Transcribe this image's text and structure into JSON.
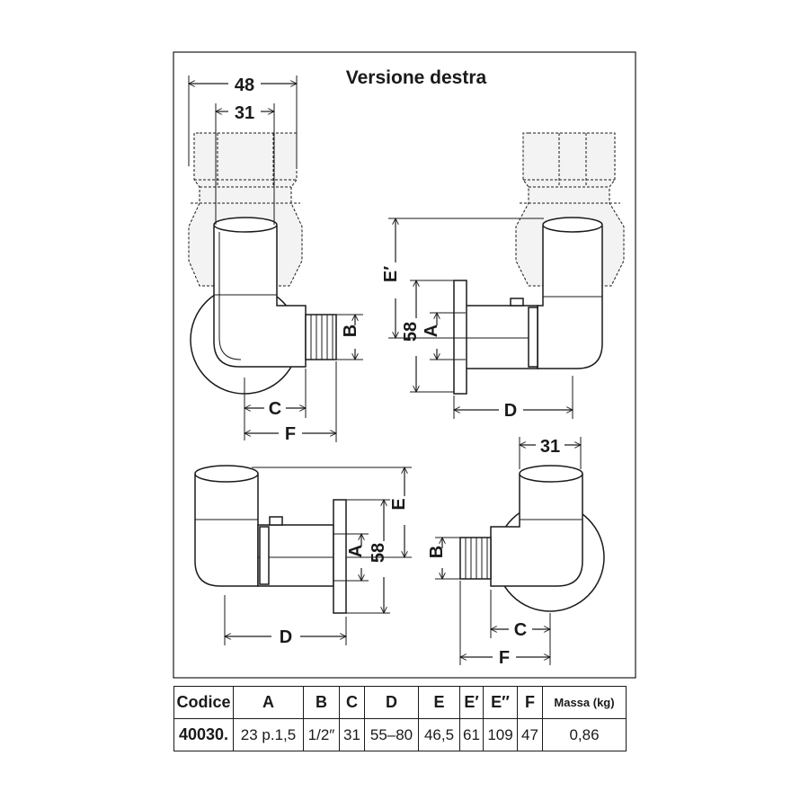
{
  "title": "Versione destra",
  "views": {
    "top_left": {
      "dims": [
        "48",
        "31",
        "B",
        "C",
        "F"
      ]
    },
    "top_right": {
      "dims": [
        "E′",
        "58",
        "A",
        "D"
      ]
    },
    "bottom_left": {
      "dims": [
        "E",
        "58",
        "A",
        "D"
      ]
    },
    "bottom_right": {
      "dims": [
        "31",
        "B",
        "C",
        "F"
      ]
    }
  },
  "table": {
    "headers": [
      "Codice",
      "A",
      "B",
      "C",
      "D",
      "E",
      "E′",
      "E′′",
      "F",
      "Massa (kg)"
    ],
    "rows": [
      [
        "40030.",
        "23 p.1,5",
        "1/2″",
        "31",
        "55–80",
        "46,5",
        "61",
        "109",
        "47",
        "0,86"
      ]
    ]
  },
  "colors": {
    "line": "#1a1a1a",
    "fill": "#ffffff",
    "ghost_fill": "#f3f3f3"
  }
}
